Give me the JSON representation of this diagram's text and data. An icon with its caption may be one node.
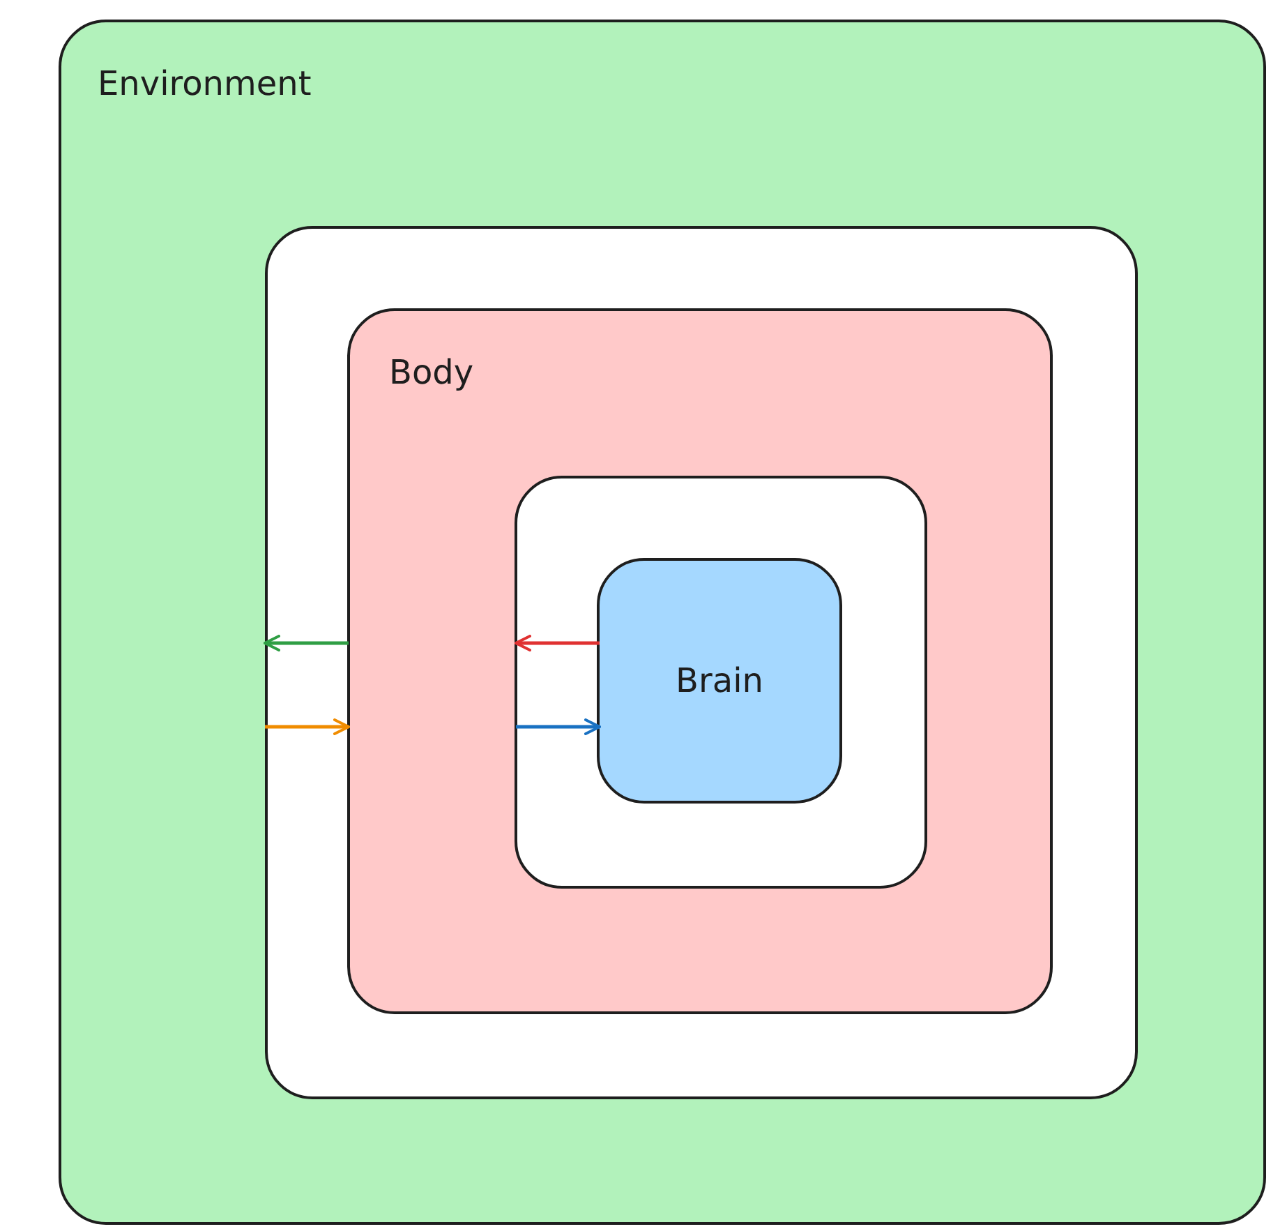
{
  "diagram": {
    "nodes": [
      {
        "text": [
          "Environment"
        ]
      },
      {
        "text": [],
        "shape": "box",
        "in": 0
      },
      {
        "text": [
          "Body"
        ],
        "in": 1
      },
      {
        "text": [],
        "shape": "box",
        "in": 2
      },
      {
        "text": [
          "Brain"
        ],
        "in": 3
      }
    ],
    "edges": [
      {
        "from": 2,
        "to": 1,
        "arrow": "to",
        "color": "#2f9e44"
      },
      {
        "from": 1,
        "to": 2,
        "arrow": "to",
        "color": "#f08c00"
      },
      {
        "from": 4,
        "to": 3,
        "arrow": "to",
        "color": "#e03131"
      },
      {
        "from": 3,
        "to": 4,
        "arrow": "to",
        "color": "#1971c2"
      }
    ]
  }
}
